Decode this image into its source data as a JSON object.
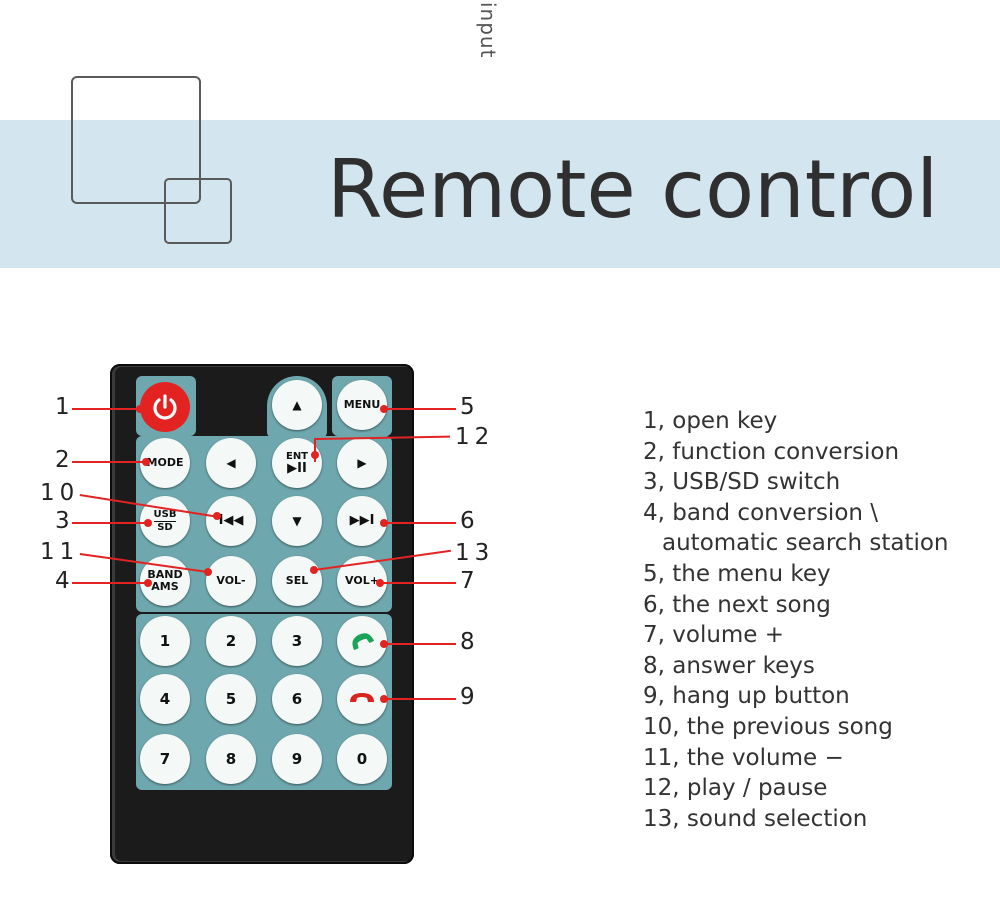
{
  "top_note": "input",
  "header": {
    "title": "Remote control"
  },
  "remote": {
    "buttons": {
      "menu": "MENU",
      "mode": "MODE",
      "ent": "ENT",
      "playpause": "▶II",
      "usb": "USB",
      "sd": "SD",
      "band": "BAND",
      "ams": "AMS",
      "vol_minus": "VOL-",
      "sel": "SEL",
      "vol_plus": "VOL+",
      "up": "▲",
      "down": "▼",
      "left": "◀",
      "right": "▶",
      "prev": "I◀◀",
      "next": "▶▶I",
      "digits": [
        "1",
        "2",
        "3",
        "4",
        "5",
        "6",
        "7",
        "8",
        "9",
        "0"
      ]
    },
    "callouts": [
      "1",
      "2",
      "3",
      "4",
      "5",
      "6",
      "7",
      "8",
      "9",
      "10",
      "11",
      "12",
      "13"
    ]
  },
  "legend": {
    "items": [
      "1, open key",
      "2, function conversion",
      "3, USB/SD switch",
      "4, band conversion \\",
      "automatic search station",
      "5, the menu key",
      "6, the next song",
      "7, volume +",
      "8, answer keys",
      "9, hang up button",
      "10, the previous song",
      "11, the volume −",
      "12, play / pause",
      "13, sound selection"
    ]
  },
  "colors": {
    "band": "#d3e6ef",
    "panel": "#6ea8ae",
    "accent": "#e32322"
  }
}
